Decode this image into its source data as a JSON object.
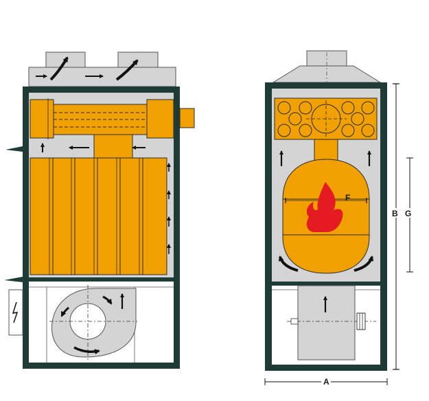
{
  "dimensions": {
    "width_label": "A",
    "height_label": "B",
    "chamber_label": "G",
    "flame_width_label": "F"
  },
  "colors": {
    "frame": "#1f3b36",
    "casing": "#d4d4d4",
    "exchanger": "#f0a000",
    "flame": "#e41b23",
    "outline": "#2a2a2a",
    "background": "#ffffff"
  },
  "icons": {
    "flame": "flame-icon",
    "fan": "centrifugal-fan-icon",
    "airflow": "arrow-icon",
    "electric": "lightning-icon"
  }
}
